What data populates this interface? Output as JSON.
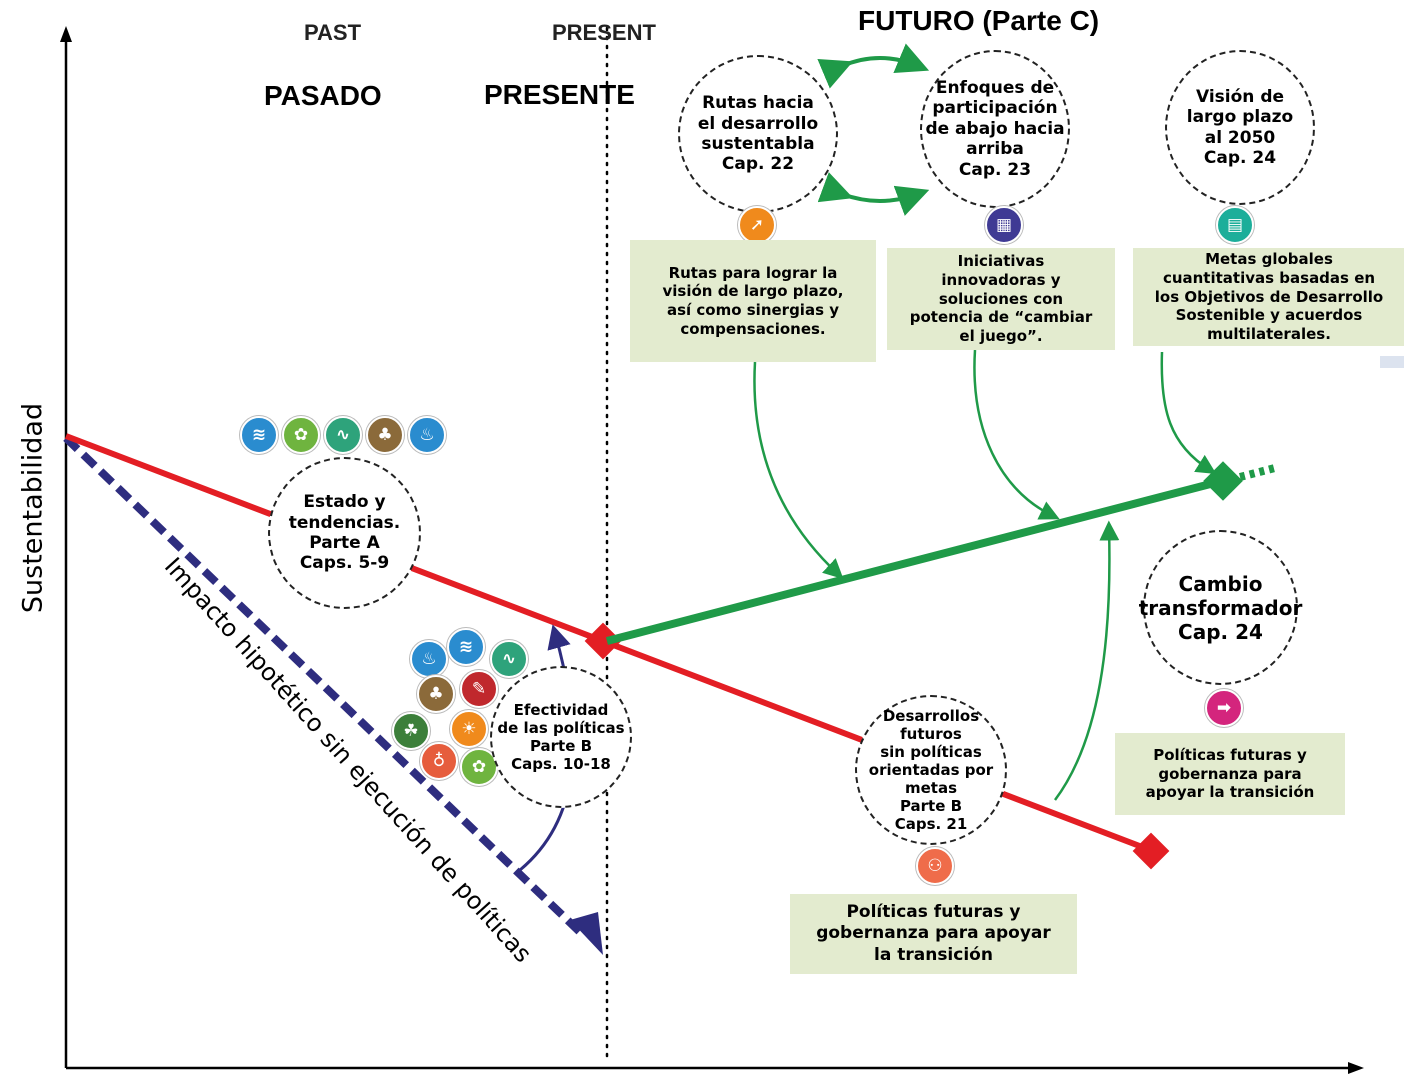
{
  "headers": {
    "past_en": "PAST",
    "present_en": "PRESENT",
    "future": "FUTURO (Parte C)",
    "past_es": "PASADO",
    "present_es": "PRESENTE"
  },
  "axis": {
    "y_label": "Sustentabilidad"
  },
  "diagonal_label": "Impacto hipotético sin ejecución de políticas",
  "circles": {
    "rutas": "Rutas hacia\nel desarrollo\nsustentabla\nCap. 22",
    "enfoques": "Enfoques de\nparticipación\nde abajo hacia\narriba\nCap. 23",
    "vision": "Visión de\nlargo plazo\nal 2050\nCap. 24",
    "estado": "Estado y\ntendencias.\nParte A\nCaps. 5-9",
    "efectividad": "Efectividad\nde las políticas\nParte B\nCaps. 10-18",
    "desarrollos": "Desarrollos\nfuturos\nsin políticas\norientadas por metas\nParte B\nCaps. 21",
    "cambio": "Cambio\ntransformador\nCap. 24"
  },
  "boxes": {
    "rutas": "Rutas para lograr la\nvisión de largo plazo,\nasí como sinergias y\ncompensaciones.",
    "iniciativas": "Iniciativas\ninnovadoras y\nsoluciones con\npotencia de “cambiar\nel juego”.",
    "metas": "Metas globales\ncuantitativas basadas en\nlos Objetivos de Desarrollo\nSostenible y acuerdos\nmultilaterales.",
    "politicas_right": "Políticas futuras y\ngobernanza para\napoyar la transición",
    "politicas_bottom": "Políticas futuras y\ngobernanza para apoyar\nla transición"
  },
  "colors": {
    "red_line": "#e31e24",
    "green_line": "#1f9a48",
    "navy_dashed": "#2e2d7f",
    "box_fill": "#e3ebcf"
  }
}
